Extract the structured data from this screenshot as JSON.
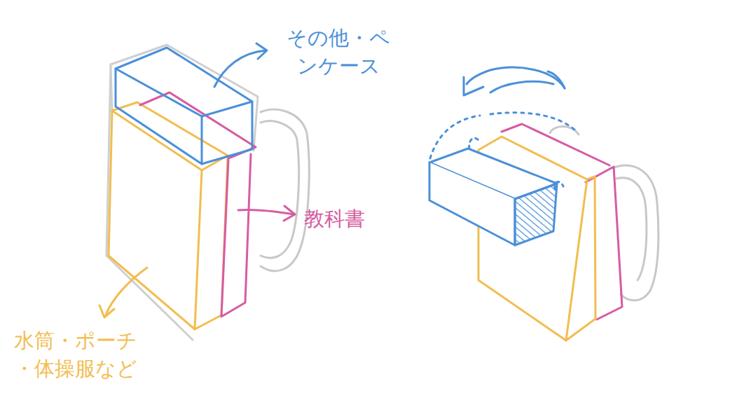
{
  "diagram": {
    "labels": [
      "その他・ペ ンケース",
      "教科書",
      "水筒・ポーチ ・体操服など"
    ]
  }
}
